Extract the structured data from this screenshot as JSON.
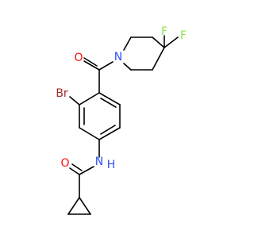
{
  "molecule": {
    "atoms": {
      "oxygen_ketone": "O",
      "nitrogen_piperidine": "N",
      "fluorine_1": "F",
      "fluorine_2": "F",
      "bromine": "Br",
      "nitrogen_amide": "N",
      "hydrogen_amide": "H",
      "oxygen_amide": "O"
    },
    "colors": {
      "oxygen": "#ff0d0d",
      "nitrogen": "#3050f8",
      "fluorine": "#90e050",
      "bromine": "#a62929",
      "bond": "#000000"
    }
  }
}
